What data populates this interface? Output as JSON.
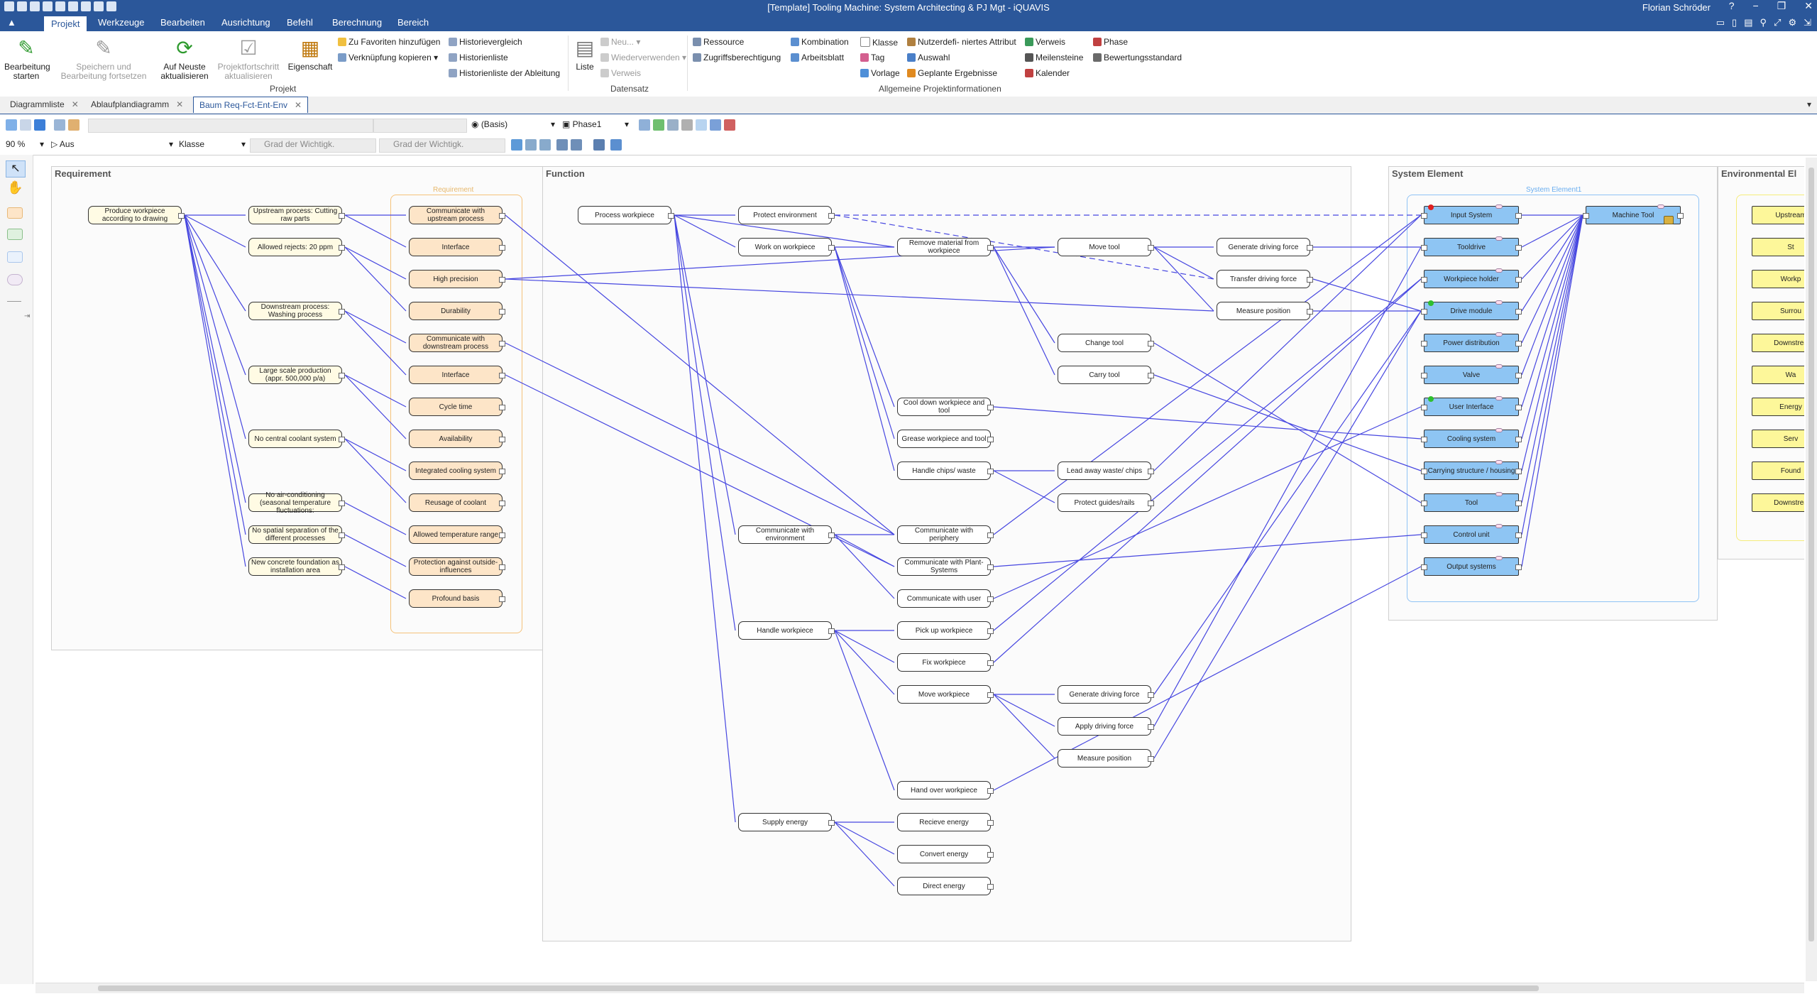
{
  "window": {
    "title": "[Template] Tooling Machine: System Architecting & PJ Mgt - iQUAVIS",
    "user": "Florian Schröder",
    "controls": [
      "?",
      "−",
      "❐",
      "✕"
    ]
  },
  "ribbon_tabs": [
    "Projekt",
    "Werkzeuge",
    "Bearbeiten",
    "Ausrichtung",
    "Befehl",
    "Berechnung",
    "Bereich"
  ],
  "ribbon": {
    "edit_start": "Bearbeitung\nstarten",
    "save_continue": "Speichern und\nBearbeitung fortsetzen",
    "update_latest": "Auf Neuste\naktualisieren",
    "update_progress": "Projektfortschritt\naktualisieren",
    "property": "Eigenschaft",
    "add_favorites": "Zu Favoriten hinzufügen",
    "copy_link": "Verknüpfung kopieren",
    "history_compare": "Historievergleich",
    "history_list": "Historienliste",
    "history_derivation": "Historienliste der Ableitung",
    "group_project": "Projekt",
    "list": "Liste",
    "new": "Neu...",
    "reuse": "Wiederverwenden",
    "reference_dis": "Verweis",
    "group_dataset": "Datensatz",
    "resource": "Ressource",
    "access": "Zugriffsberechtigung",
    "combination": "Kombination",
    "worksheet": "Arbeitsblatt",
    "class": "Klasse",
    "tag": "Tag",
    "template": "Vorlage",
    "user_attr": "Nutzerdefi- niertes Attribut",
    "selection": "Auswahl",
    "planned_results": "Geplante Ergebnisse",
    "reference": "Verweis",
    "milestones": "Meilensteine",
    "calendar": "Kalender",
    "phase": "Phase",
    "rating_standard": "Bewertungsstandard",
    "group_general": "Allgemeine Projektinformationen"
  },
  "doc_tabs": [
    {
      "label": "Diagrammliste"
    },
    {
      "label": "Ablaufplandiagramm"
    },
    {
      "label": "Baum Req-Fct-Ent-Env"
    }
  ],
  "toolbar": {
    "basis": "(Basis)",
    "phase": "Phase1",
    "zoom": "90 %",
    "aus": "Aus",
    "klasse": "Klasse",
    "grad1": "Grad der Wichtigk.",
    "grad2": "Grad der Wichtigk."
  },
  "frames": {
    "requirement": "Requirement",
    "function": "Function",
    "system_element": "System Element",
    "environmental": "Environmental El",
    "lane_req": "Requirement",
    "lane_sys": "System Element1"
  },
  "requirements_col1": [
    "Produce workpiece according to drawing"
  ],
  "requirements_col2": [
    "Upstream process: Cutting raw parts",
    "Allowed rejects: 20 ppm",
    "Downstream process: Washing process",
    "Large scale production (appr. 500,000 p/a)",
    "No central coolant system",
    "No air-conditioning (seasonal temperature fluctuations:",
    "No spatial separation of the different processes",
    "New concrete foundation as installation area"
  ],
  "requirements_col3": [
    "Communicate with upstream process",
    "Interface",
    "High precision",
    "Durability",
    "Communicate with downstream process",
    "Interface",
    "Cycle time",
    "Availability",
    "Integrated cooling system",
    "Reusage of coolant",
    "Allowed temperature range",
    "Protection against outside-influences",
    "Profound basis"
  ],
  "functions": {
    "root": "Process workpiece",
    "l1": [
      "Protect environment",
      "Work on workpiece",
      "Communicate with environment",
      "Handle workpiece",
      "Supply energy"
    ],
    "l2": [
      "Remove material from workpiece",
      "Cool down workpiece and tool",
      "Grease workpiece and tool",
      "Handle chips/ waste",
      "Communicate with periphery",
      "Communicate with Plant-Systems",
      "Communicate with user",
      "Pick up workpiece",
      "Fix workpiece",
      "Move workpiece",
      "Hand over workpiece",
      "Recieve energy",
      "Convert energy",
      "Direct energy"
    ],
    "l3": [
      "Move tool",
      "Change tool",
      "Carry tool",
      "Lead away waste/ chips",
      "Protect guides/rails",
      "Generate driving force",
      "Apply driving force",
      "Measure position"
    ],
    "l4": [
      "Generate driving force",
      "Transfer driving force",
      "Measure position"
    ]
  },
  "system_elements": {
    "parts": [
      "Input System",
      "Tooldrive",
      "Workpiece holder",
      "Drive module",
      "Power distribution",
      "Valve",
      "User Interface",
      "Cooling system",
      "Carrying structure / housing",
      "Tool",
      "Control unit",
      "Output systems"
    ],
    "root": "Machine Tool"
  },
  "environment": [
    "Upstream",
    "St",
    "Workp",
    "Surrou",
    "Downstrea",
    "Wa",
    "Energy",
    "Serv",
    "Found",
    "Downstrea"
  ],
  "status_colors": {
    "red": "#e02020",
    "green": "#2fbf2f"
  }
}
